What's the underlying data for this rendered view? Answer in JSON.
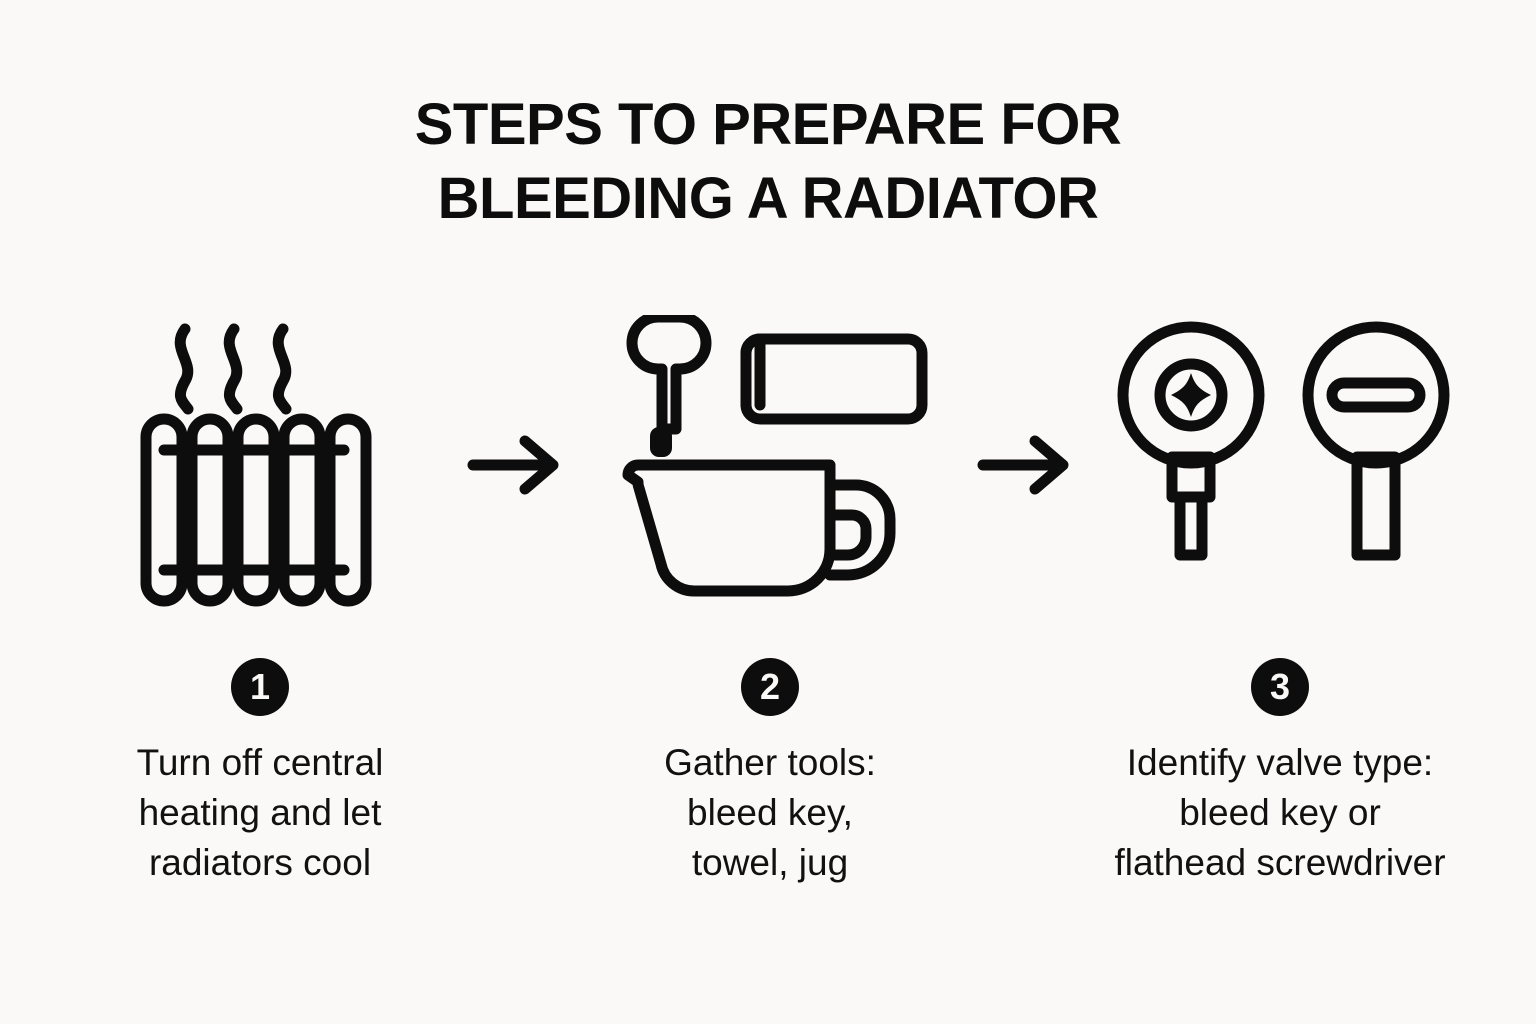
{
  "background_color": "#faf9f7",
  "ink_color": "#0d0d0d",
  "title": {
    "line1": "STEPS TO PREPARE FOR",
    "line2": "BLEEDING A RADIATOR",
    "full": "STEPS TO PREPARE FOR BLEEDING A RADIATOR"
  },
  "steps": [
    {
      "number": "1",
      "icon_name": "radiator-with-steam-icon",
      "caption_line1": "Turn off central",
      "caption_line2": "heating and let",
      "caption_line3": "radiators cool",
      "caption": "Turn off central heating and let radiators cool"
    },
    {
      "number": "2",
      "icon_name": "tools-bleed-key-towel-jug-icon",
      "caption_line1": "Gather tools:",
      "caption_line2": "bleed key,",
      "caption_line3": "towel, jug",
      "caption": "Gather tools: bleed key, towel, jug"
    },
    {
      "number": "3",
      "icon_name": "valve-types-icon",
      "caption_line1": "Identify valve type:",
      "caption_line2": "bleed key or",
      "caption_line3": "flathead screwdriver",
      "caption": "Identify valve type: bleed key or flathead screwdriver"
    }
  ],
  "connectors": [
    {
      "name": "arrow-step1-to-step2",
      "glyph": "right-arrow"
    },
    {
      "name": "arrow-step2-to-step3",
      "glyph": "right-arrow"
    }
  ]
}
